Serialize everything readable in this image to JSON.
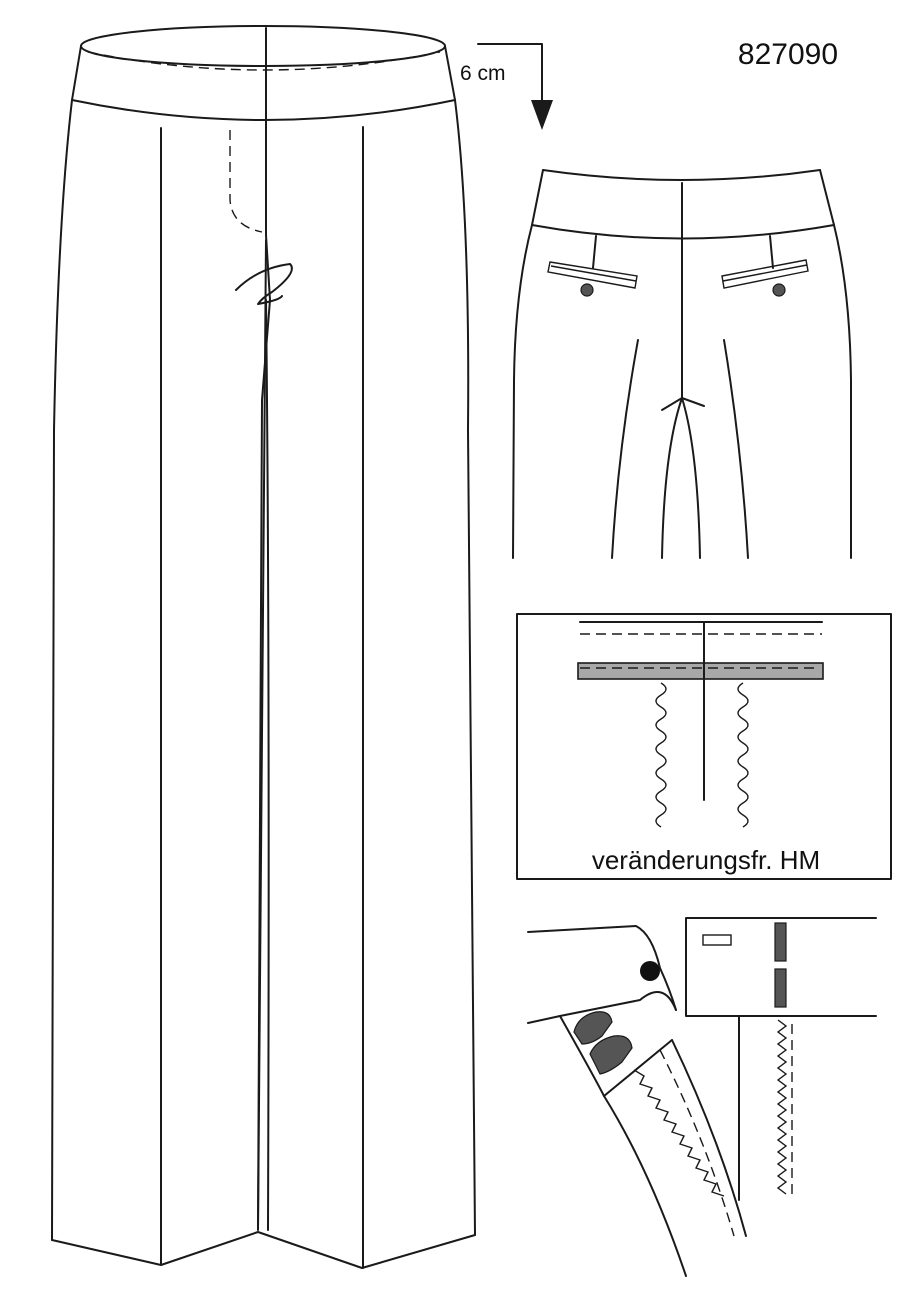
{
  "article_number": "827090",
  "waistband_measure": "6 cm",
  "vent_detail_caption": "veränderungsfr. HM",
  "colors": {
    "ink": "#1a1a1a",
    "fill_dark": "#555555",
    "fill_gray": "#a8a8a8"
  }
}
